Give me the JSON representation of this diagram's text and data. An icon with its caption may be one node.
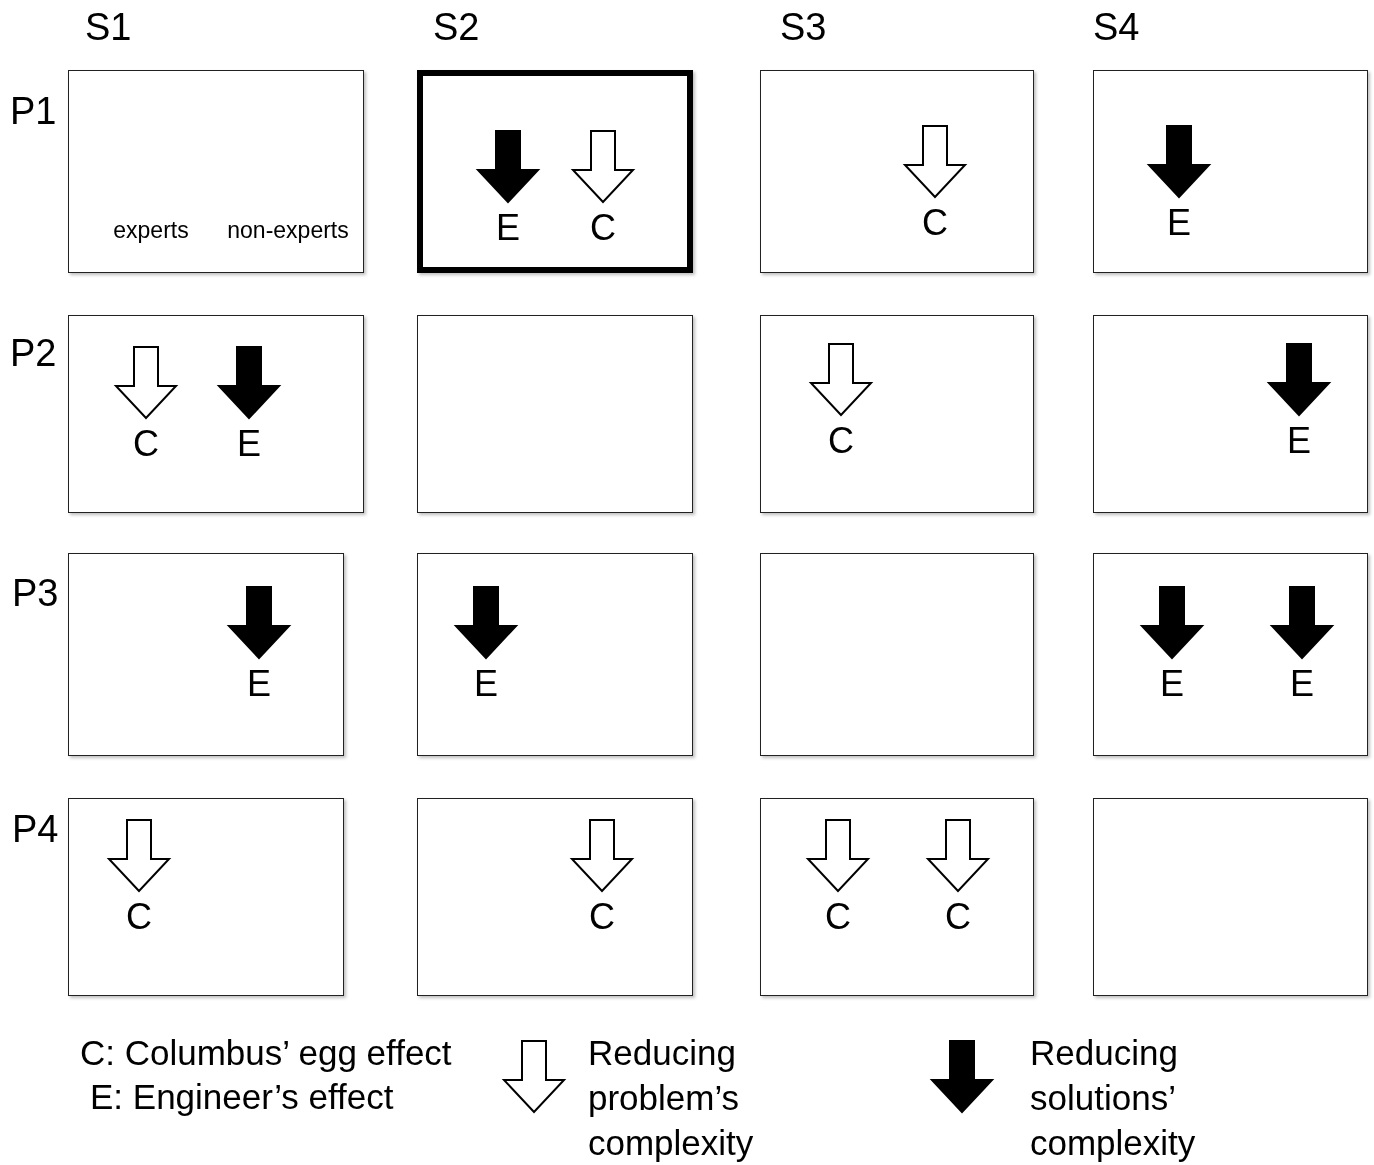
{
  "diagram": {
    "nodes": [
      {
        "text": [
          "experts",
          "non-experts"
        ]
      },
      {
        "text": [
          "E",
          "C"
        ]
      },
      {
        "text": [
          "C"
        ]
      },
      {
        "text": [
          "E"
        ]
      },
      {
        "text": [
          "C",
          "E"
        ]
      },
      {
        "text": [],
        "shape": "box"
      },
      {
        "text": [
          "C"
        ]
      },
      {
        "text": [
          "E"
        ]
      },
      {
        "text": [
          "E"
        ]
      },
      {
        "text": [
          "E"
        ]
      },
      {
        "text": [],
        "shape": "box"
      },
      {
        "text": [
          "E",
          "E"
        ]
      },
      {
        "text": [
          "C"
        ]
      },
      {
        "text": [
          "C"
        ]
      },
      {
        "text": [
          "C",
          "C"
        ]
      },
      {
        "text": [],
        "shape": "box"
      }
    ],
    "edges": [],
    "labels": [
      "S1",
      "S2",
      "S3",
      "S4",
      "P1",
      "P2",
      "P3",
      "P4",
      "C: Columbus’ egg effect",
      "E: Engineer’s effect"
    ],
    "legend": [
      {
        "text": "Reducing problem’s complexity"
      },
      {
        "text": "Reducing solutions’ complexity"
      }
    ]
  }
}
